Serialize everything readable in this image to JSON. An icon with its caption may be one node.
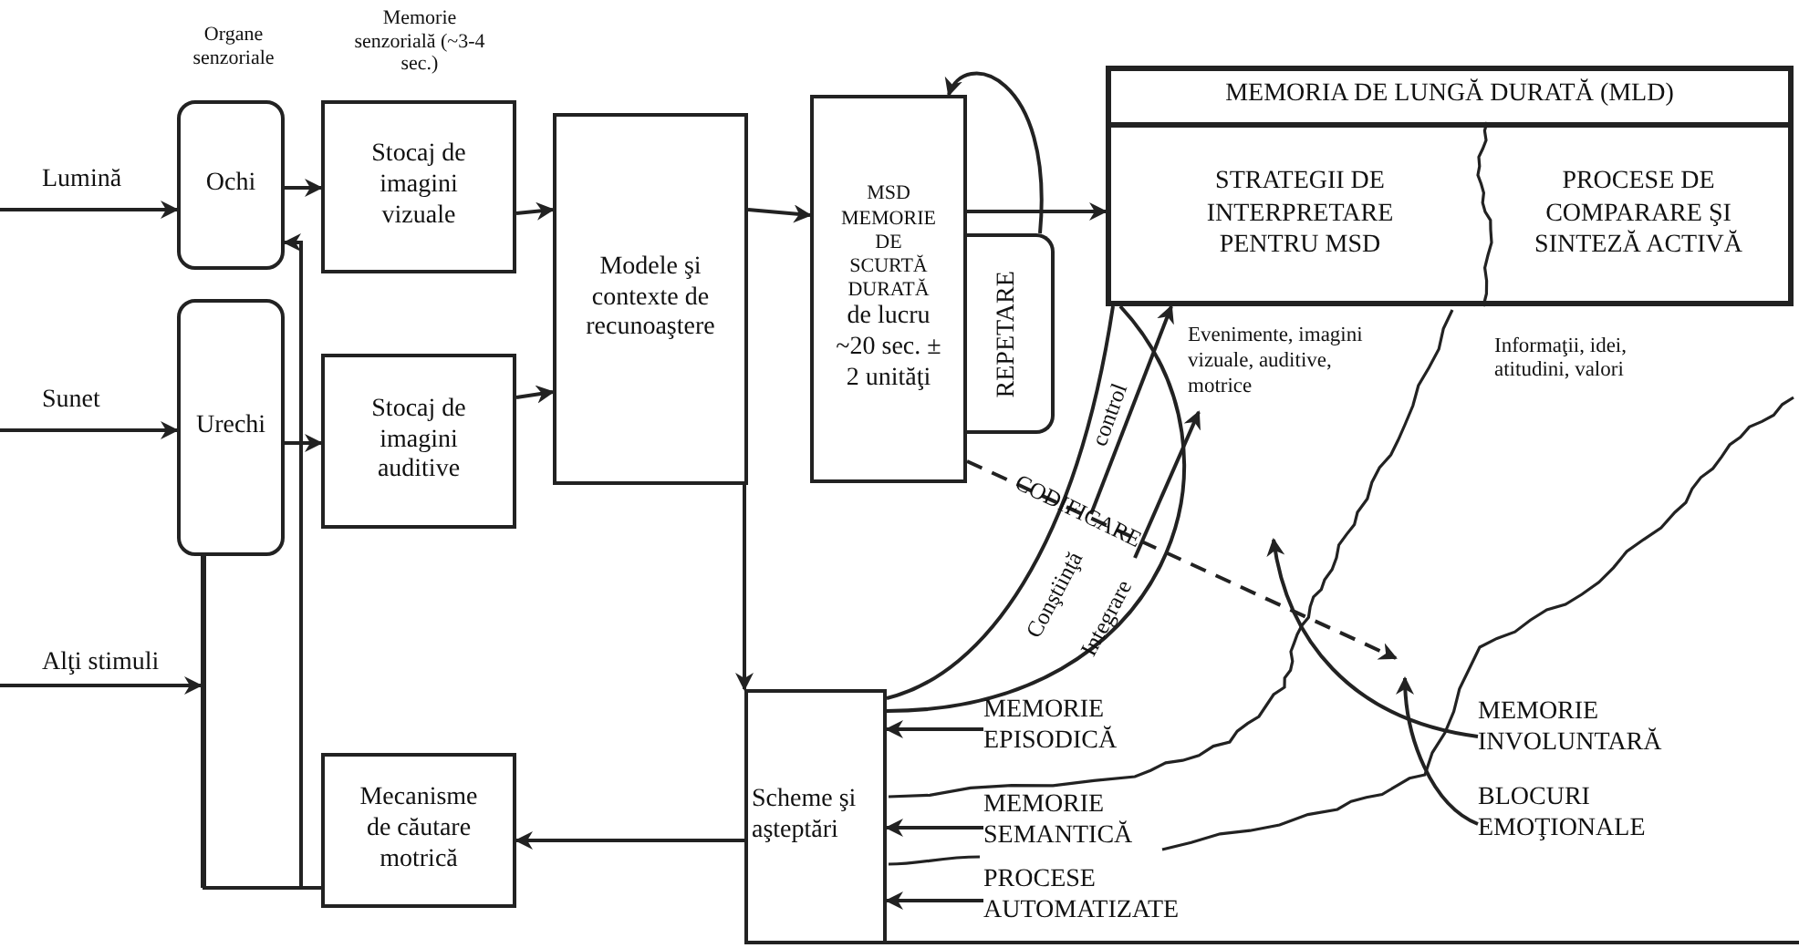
{
  "diagram": {
    "nodes": [
      {
        "text": [
          "Ochi"
        ]
      },
      {
        "text": [
          "Urechi"
        ]
      },
      {
        "text": [
          "Stocaj de imagini vizuale"
        ]
      },
      {
        "text": [
          "Stocaj de imagini auditive"
        ]
      },
      {
        "text": [
          "Modele şi contexte de recunoaştere"
        ]
      },
      {
        "text": [
          "MSD MEMORIE DE SCURTĂ DURATĂ",
          "de lucru ~20 sec. ± 2 unităţi"
        ]
      },
      {
        "text": [
          "REPETARE"
        ]
      },
      {
        "text": [
          "MEMORIA DE LUNGĂ DURATĂ (MLD)"
        ]
      },
      {
        "text": [
          "STRATEGII DE INTERPRETARE PENTRU MSD"
        ],
        "in": 7
      },
      {
        "text": [
          "PROCESE DE COMPARARE ŞI SINTEZĂ ACTIVĂ"
        ],
        "in": 7
      },
      {
        "text": [
          "Mecanisme de căutare motrică"
        ]
      },
      {
        "text": [
          "Scheme şi aşteptări"
        ]
      },
      {
        "text": [
          "MEMORIE EPISODICĂ"
        ]
      },
      {
        "text": [
          "MEMORIE SEMANTICĂ"
        ]
      },
      {
        "text": [
          "PROCESE AUTOMATIZATE"
        ]
      },
      {
        "text": [
          "MEMORIE INVOLUNTARĂ"
        ]
      },
      {
        "text": [
          "BLOCURI EMOŢIONALE"
        ]
      },
      {
        "text": [
          "Evenimente, imagini vizuale, auditive, motrice"
        ]
      },
      {
        "text": [],
        "shape": "bar"
      }
    ],
    "edges": [
      {
        "from": null,
        "to": 0,
        "arrow": "to",
        "label": "Lumină"
      },
      {
        "from": null,
        "to": 1,
        "arrow": "to",
        "label": "Sunet"
      },
      {
        "from": 0,
        "to": 2,
        "arrow": "to"
      },
      {
        "from": 1,
        "to": 3,
        "arrow": "to"
      },
      {
        "from": 2,
        "to": 4,
        "arrow": "to"
      },
      {
        "from": 3,
        "to": 4,
        "arrow": "to"
      },
      {
        "from": 4,
        "to": 5,
        "arrow": "to"
      },
      {
        "from": 4,
        "to": 11,
        "arrow": "to"
      },
      {
        "from": 5,
        "to": 7,
        "arrow": "to"
      },
      {
        "from": 6,
        "to": 5,
        "arrow": "to"
      },
      {
        "from": 11,
        "to": 10,
        "arrow": "to"
      },
      {
        "from": 18,
        "to": 10,
        "arrow": "none"
      },
      {
        "from": 10,
        "to": 0,
        "arrow": "to"
      },
      {
        "from": null,
        "to": 18,
        "arrow": "to",
        "label": "Alţi stimuli"
      },
      {
        "from": 12,
        "to": 11,
        "arrow": "to"
      },
      {
        "from": 13,
        "to": 11,
        "arrow": "to"
      },
      {
        "from": 14,
        "to": 11,
        "arrow": "to"
      },
      {
        "from": 11,
        "to": 7,
        "arrow": "none",
        "label": "Conştiinţă"
      },
      {
        "from": 11,
        "to": 7,
        "arrow": "none"
      },
      {
        "from": null,
        "to": 8,
        "arrow": "to",
        "label": "control"
      },
      {
        "from": null,
        "to": 17,
        "arrow": "to",
        "label": "Integrare"
      },
      {
        "from": 5,
        "to": null,
        "arrow": "to",
        "label": "CODIFICARE",
        "style": "dashed"
      },
      {
        "from": 15,
        "to": null,
        "arrow": "to"
      },
      {
        "from": 16,
        "to": null,
        "arrow": "to"
      }
    ],
    "labels": [
      "Organe senzoriale",
      "Memorie senzorială (~3-4 sec.)",
      "Informaţii, idei, atitudini, valori"
    ]
  }
}
